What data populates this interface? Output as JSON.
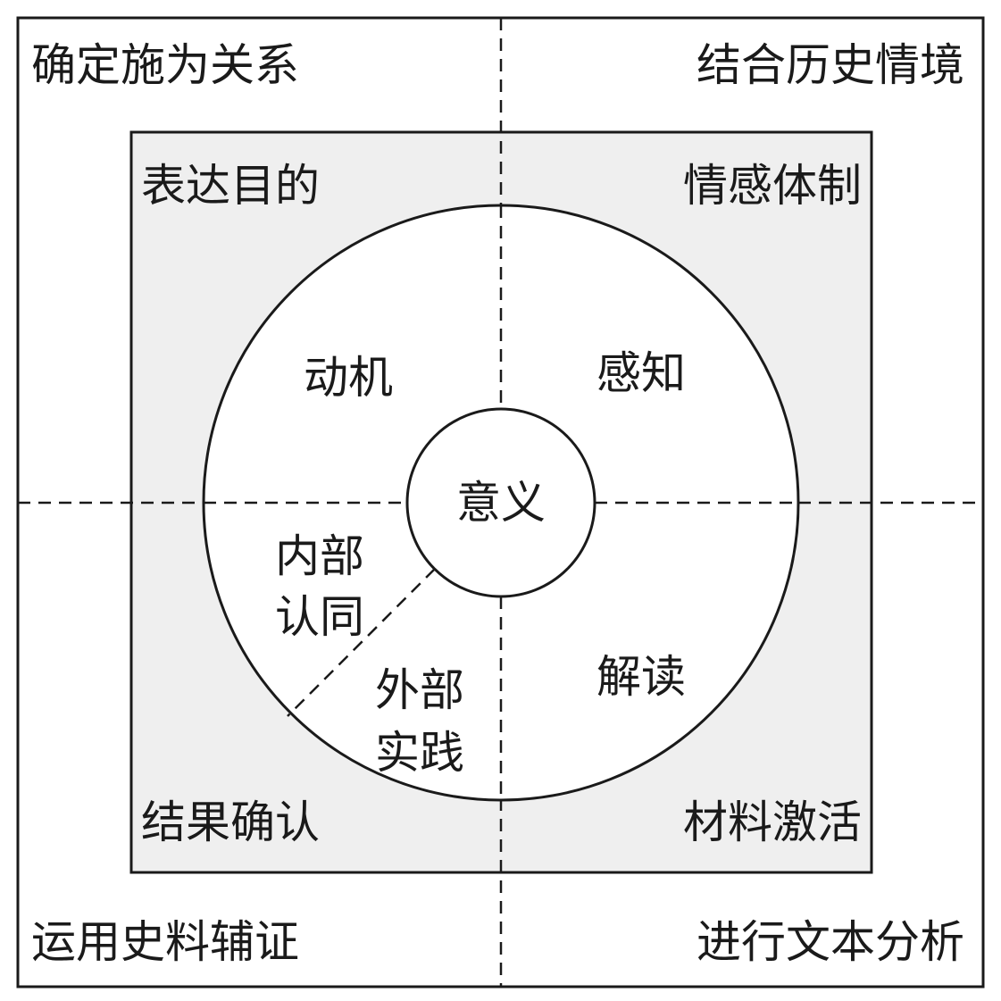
{
  "outer": {
    "top_left": "确定施为关系",
    "top_right": "结合历史情境",
    "bottom_left": "运用史料辅证",
    "bottom_right": "进行文本分析"
  },
  "inner": {
    "top_left": "表达目的",
    "top_right": "情感体制",
    "bottom_left": "结果确认",
    "bottom_right": "材料激活"
  },
  "ring": {
    "top_left": "动机",
    "top_right": "感知",
    "bottom_right": "解读",
    "lower_left_a_line1": "内部",
    "lower_left_a_line2": "认同",
    "lower_left_b_line1": "外部",
    "lower_left_b_line2": "实践"
  },
  "core": {
    "label": "意义"
  }
}
